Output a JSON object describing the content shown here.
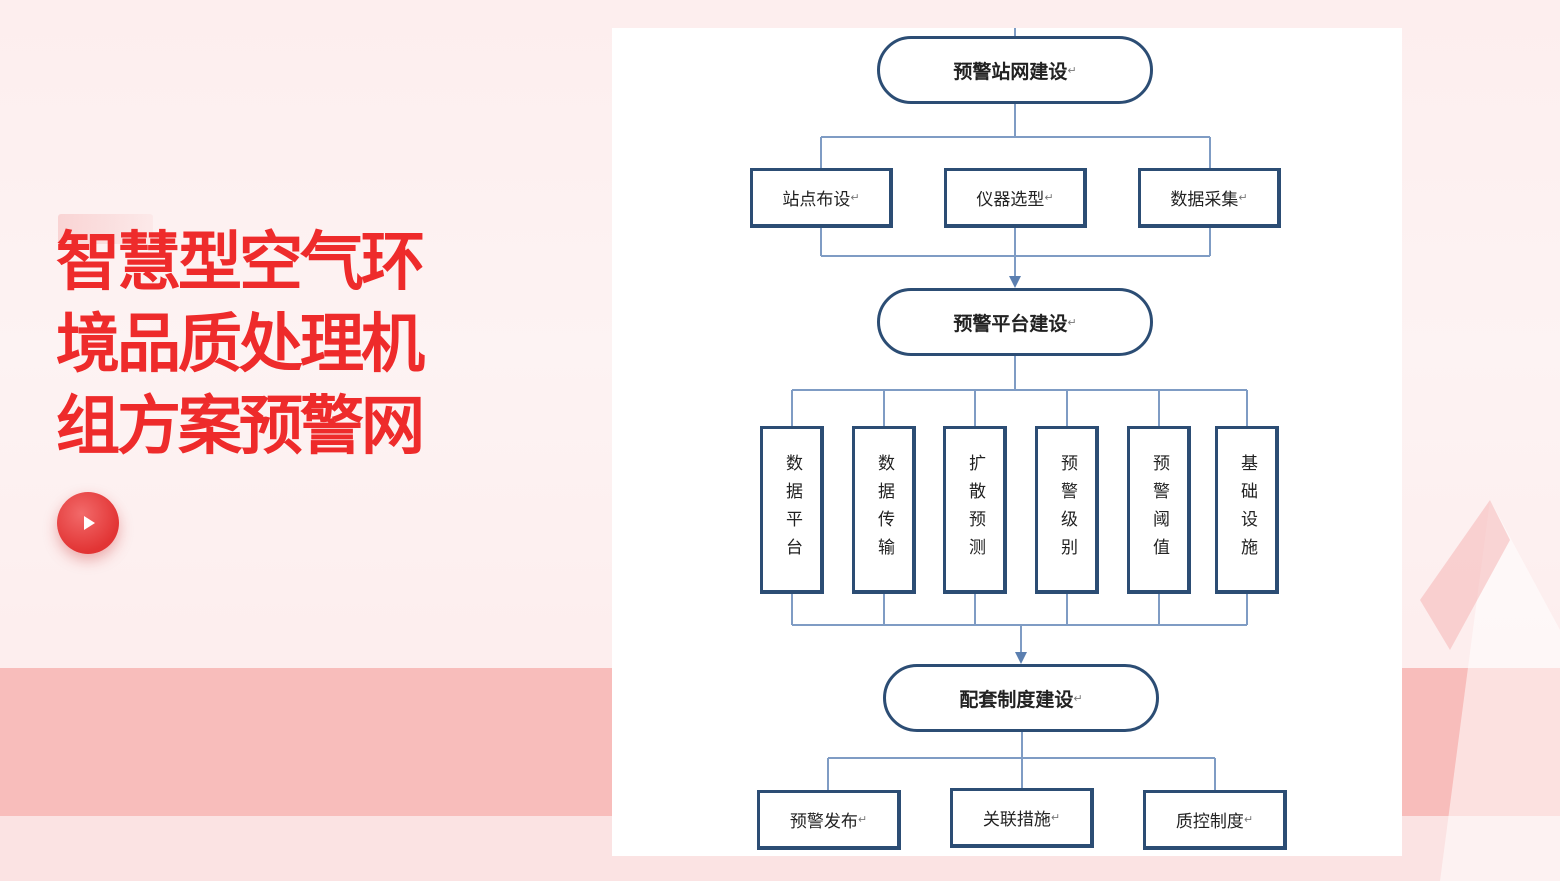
{
  "title": "智慧型空气环境品质处理机组方案预警网",
  "colors": {
    "accent": "#ee2b2b",
    "band": "#f8bdbb",
    "line": "#7f9cc4",
    "box_border": "#2c4d74"
  },
  "play_button": {
    "icon": "play-icon"
  },
  "flowchart": {
    "return_mark": "↵",
    "stage1": {
      "label": "预警站网建设",
      "children": [
        "站点布设",
        "仪器选型",
        "数据采集"
      ]
    },
    "stage2": {
      "label": "预警平台建设",
      "children": [
        "数据平台",
        "数据传输",
        "扩散预测",
        "预警级别",
        "预警阈值",
        "基础设施"
      ]
    },
    "stage3": {
      "label": "配套制度建设",
      "children": [
        "预警发布",
        "关联措施",
        "质控制度"
      ]
    }
  }
}
